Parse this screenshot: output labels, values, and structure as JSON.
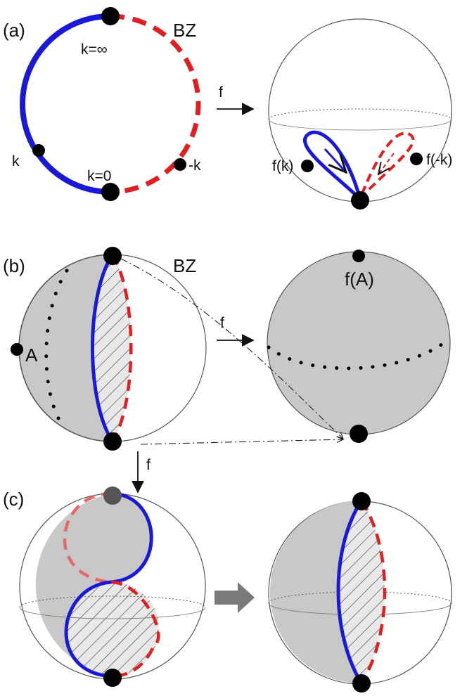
{
  "panels": {
    "a": {
      "tag": "(a)",
      "bz": "BZ",
      "k_inf": "k=∞",
      "k": "k",
      "k0": "k=0",
      "minus_k": "-k",
      "map": "f",
      "fk": "f(k)",
      "fmk": "f(-k)"
    },
    "b": {
      "tag": "(b)",
      "bz": "BZ",
      "A": "A",
      "map": "f",
      "fA": "f(A)",
      "map_down": "f"
    },
    "c": {
      "tag": "(c)"
    }
  },
  "colors": {
    "blue": "#1a1ad6",
    "red": "#e02020",
    "gray": "#c8c8c8",
    "hatch": "#333333"
  }
}
